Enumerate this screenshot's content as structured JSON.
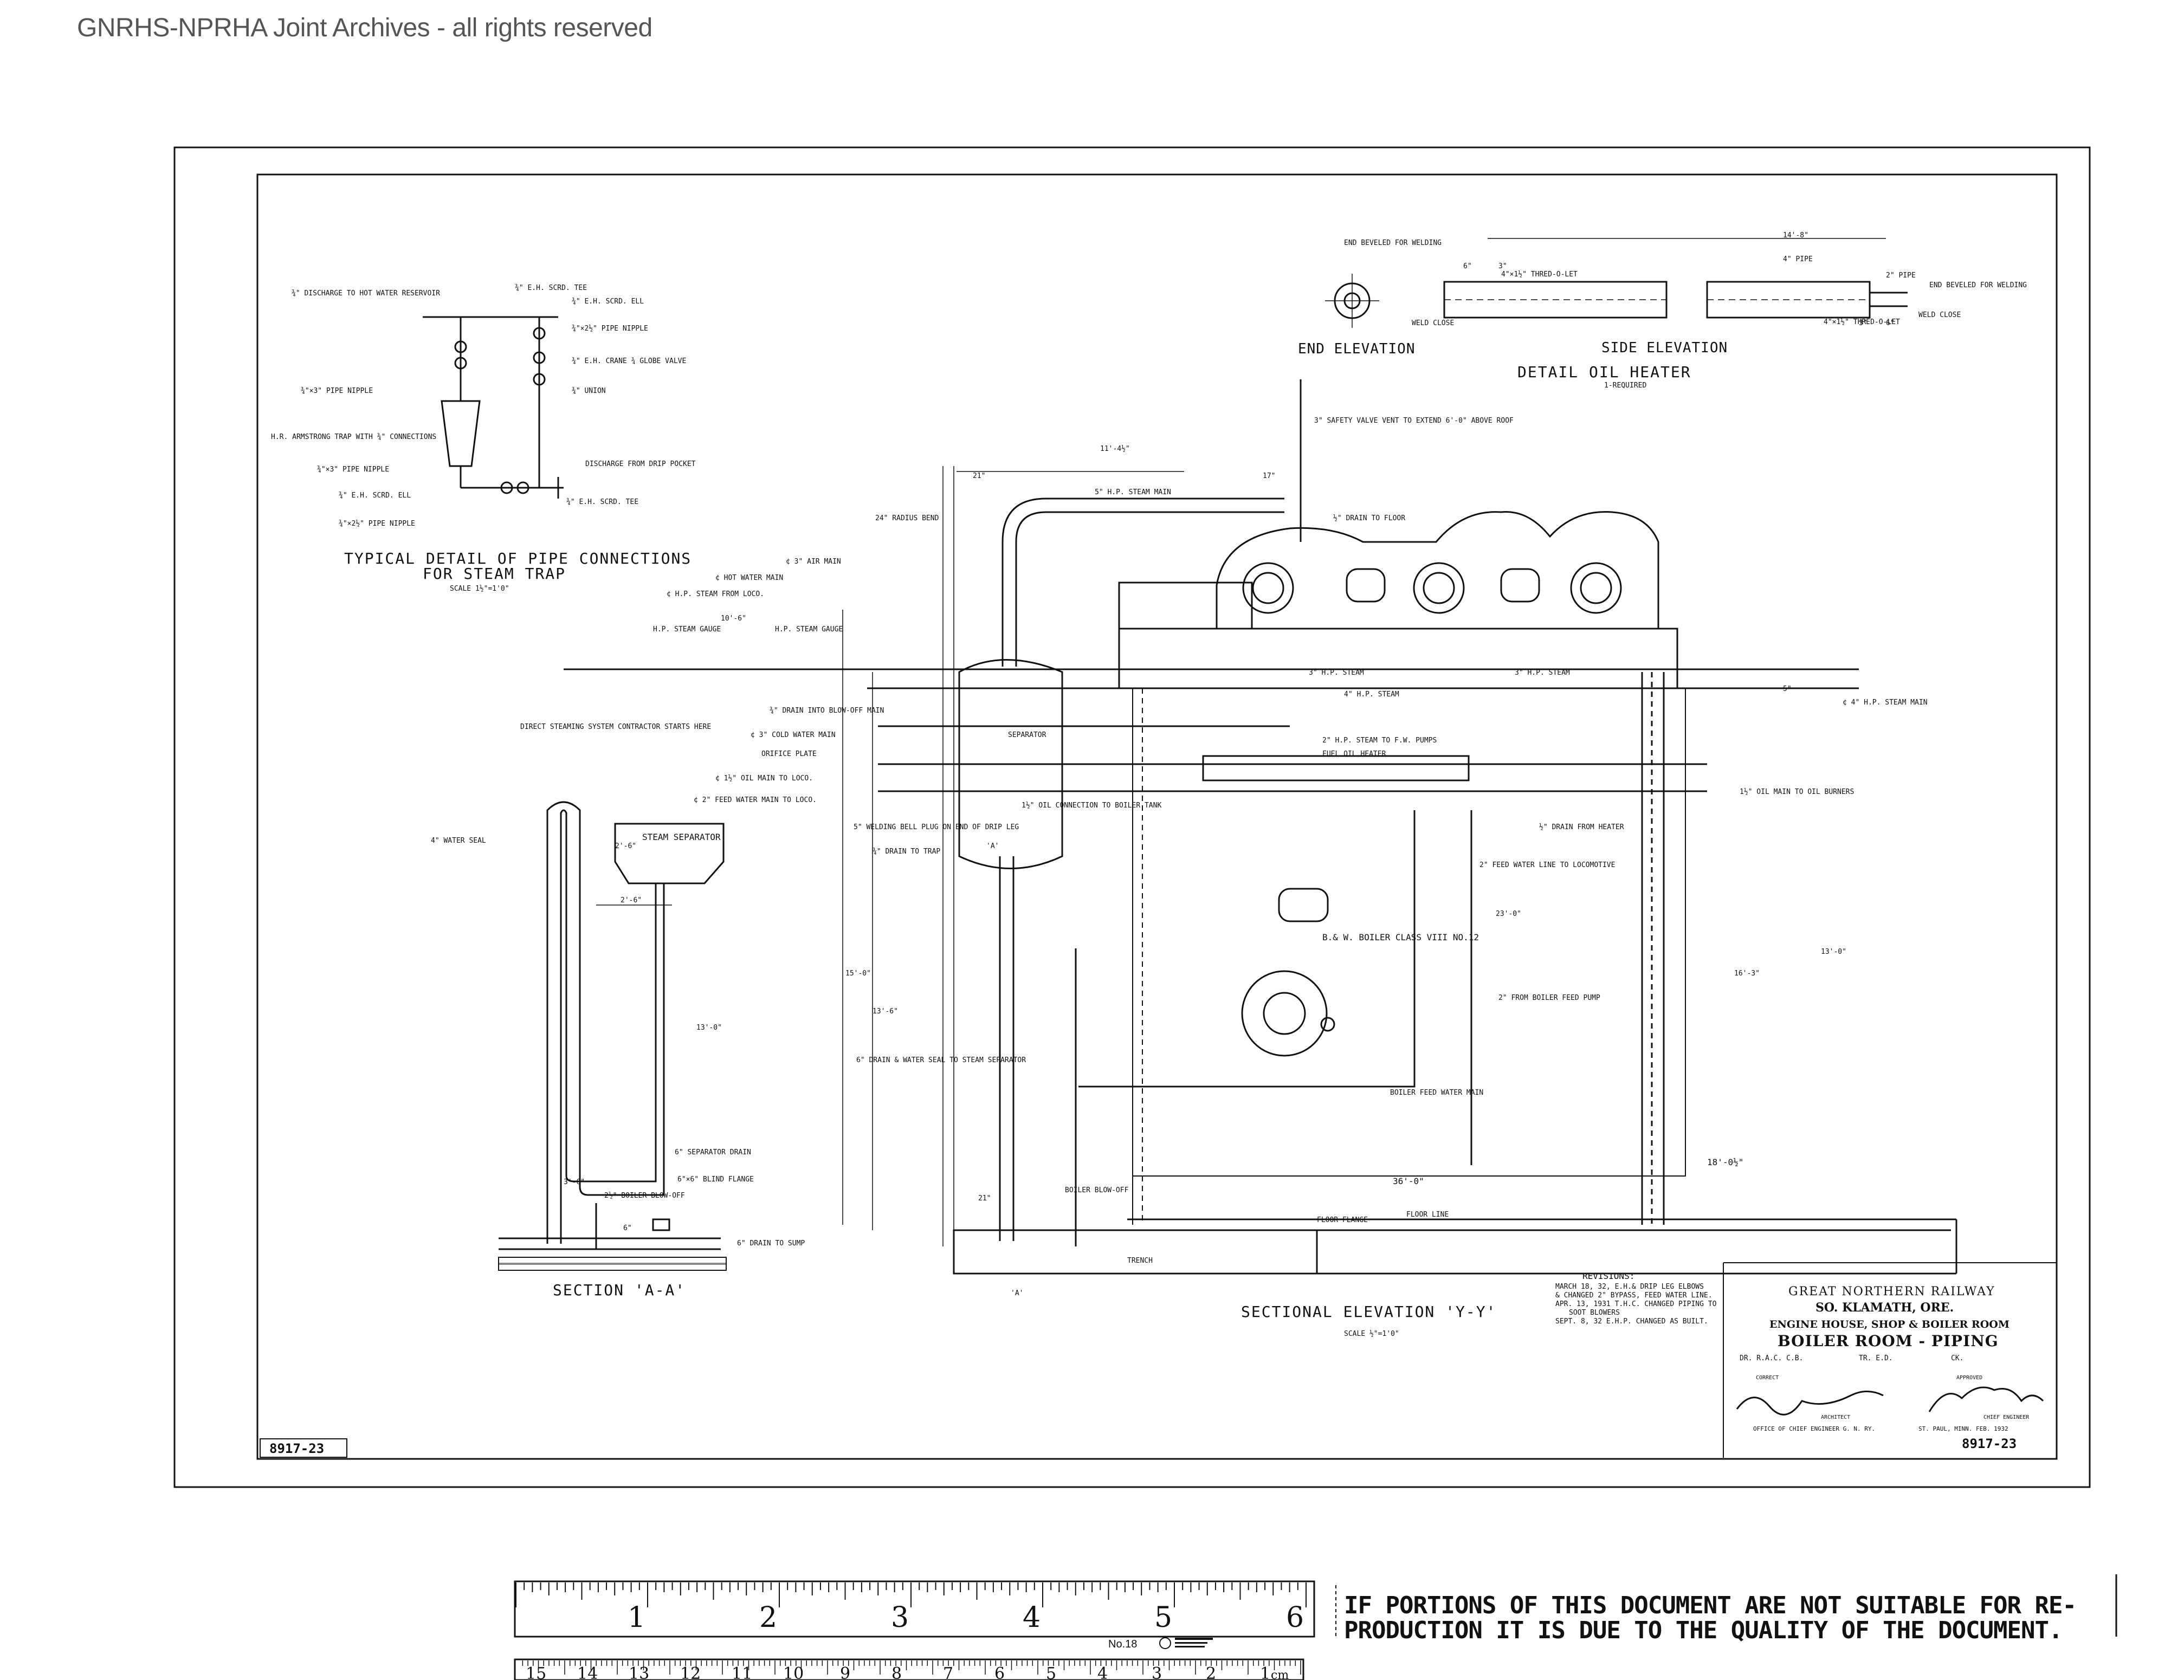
{
  "watermark": "GNRHS-NPRHA Joint Archives - all rights reserved",
  "drawing_number": "8917-23",
  "steam_trap_detail": {
    "title": "TYPICAL DETAIL OF PIPE CONNECTIONS",
    "title2": "FOR STEAM TRAP",
    "scale": "SCALE 1½\"=1'0\"",
    "labels": [
      "¾\" DISCHARGE TO HOT WATER RESERVOIR",
      "¾\" E.H. SCRD. TEE",
      "¾\" E.H. SCRD. ELL",
      "¾\"×2½\" PIPE NIPPLE",
      "¾\" E.H. CRANE ¾ GLOBE VALVE",
      "¾\" UNION",
      "¾\"×3\" PIPE NIPPLE",
      "H.R. ARMSTRONG TRAP WITH ¾\" CONNECTIONS",
      "¾\"×3\" PIPE NIPPLE",
      "DISCHARGE FROM DRIP POCKET",
      "¾\" E.H. SCRD. ELL",
      "¾\" E.H. SCRD. TEE",
      "¾\"×2½\" PIPE NIPPLE"
    ]
  },
  "oil_heater_detail": {
    "title": "DETAIL OIL HEATER",
    "subtitle": "1-REQUIRED",
    "end_elevation": "END ELEVATION",
    "side_elevation": "SIDE ELEVATION",
    "labels": [
      "END BEVELED FOR WELDING",
      "14'-8\"",
      "6\"",
      "3\"",
      "4\"×1½\" THRED-O-LET",
      "4\" PIPE",
      "2\" PIPE",
      "END BEVELED FOR WELDING",
      "WELD CLOSE",
      "4\"×1½\" THRED-O-LET",
      "3\"",
      "6\"",
      "WELD CLOSE"
    ]
  },
  "section_aa": {
    "title": "SECTION 'A-A'",
    "labels": [
      "4\" WATER SEAL",
      "STEAM SEPARATOR",
      "2'-6\"",
      "2'-6\"",
      "13'-0\"",
      "6\" SEPARATOR DRAIN",
      "6\"×6\" BLIND FLANGE",
      "2½\" BOILER BLOW-OFF",
      "6\" DRAIN TO SUMP",
      "3'-6\"",
      "6\""
    ]
  },
  "section_yy": {
    "title": "SECTIONAL ELEVATION 'Y-Y'",
    "scale": "SCALE ½\"=1'0\"",
    "labels": [
      "3\" SAFETY VALVE VENT TO EXTEND 6'-0\" ABOVE ROOF",
      "11'-4½\"",
      "21\"",
      "17\"",
      "5\" H.P. STEAM MAIN",
      "½\" DRAIN TO FLOOR",
      "24\" RADIUS BEND",
      "¢ 3\" AIR MAIN",
      "¢ HOT WATER MAIN",
      "¢ H.P. STEAM FROM LOCO.",
      "10'-6\"",
      "H.P. STEAM GAUGE",
      "H.P. STEAM GAUGE",
      "DIRECT STEAMING SYSTEM CONTRACTOR STARTS HERE",
      "¾\" DRAIN INTO BLOW-OFF MAIN",
      "¢ 3\" COLD WATER MAIN",
      "ORIFICE PLATE",
      "¢ 1½\" OIL MAIN TO LOCO.",
      "¢ 2\" FEED WATER MAIN TO LOCO.",
      "5\" WELDING BELL PLUG ON END OF DRIP LEG",
      "¾\" DRAIN TO TRAP",
      "1½\" OIL CONNECTION TO BOILER TANK",
      "SEPARATOR",
      "3\" H.P. STEAM",
      "4\" H.P. STEAM",
      "3\" H.P. STEAM",
      "5\"",
      "¢ 4\" H.P. STEAM MAIN",
      "2\" H.P. STEAM TO F.W. PUMPS",
      "FUEL OIL HEATER",
      "1½\" OIL MAIN TO OIL BURNERS",
      "½\" DRAIN FROM HEATER",
      "2\" FEED WATER LINE TO LOCOMOTIVE",
      "B.& W. BOILER CLASS VIII NO.12",
      "2\" FROM BOILER FEED PUMP",
      "BOILER FEED WATER MAIN",
      "6\" DRAIN & WATER SEAL TO STEAM SEPARATOR",
      "BOILER BLOW-OFF",
      "FLOOR FLANGE",
      "FLOOR LINE",
      "TRENCH",
      "36'-0\"",
      "18'-0½\"",
      "21\"",
      "15'-0\"",
      "13'-6\"",
      "23'-0\"",
      "16'-3\"",
      "13'-0\"",
      "'A'",
      "'A'"
    ]
  },
  "revisions": {
    "title": "REVISIONS:",
    "lines": [
      "MARCH 18, 32, E.H.& DRIP LEG ELBOWS",
      "& CHANGED 2\" BYPASS, FEED WATER LINE.",
      "APR. 13, 1931 T.H.C. CHANGED PIPING TO",
      "SOOT BLOWERS",
      "SEPT. 8, 32 E.H.P. CHANGED AS BUILT."
    ]
  },
  "title_block": {
    "railway": "GREAT NORTHERN RAILWAY",
    "location": "SO. KLAMATH, ORE.",
    "building": "ENGINE HOUSE, SHOP & BOILER ROOM",
    "subject": "BOILER ROOM - PIPING",
    "drawn": "DR. R.A.C. C.B.",
    "traced": "TR. E.D.",
    "checked": "CK.",
    "correct": "CORRECT",
    "approved": "APPROVED",
    "architect": "ARCHITECT",
    "chief_engineer": "CHIEF ENGINEER",
    "office": "OFFICE OF CHIEF ENGINEER  G. N. RY.",
    "city_date": "ST. PAUL, MINN.  FEB. 1932",
    "number": "8917-23"
  },
  "ruler": {
    "inch_numbers": [
      "1",
      "2",
      "3",
      "4",
      "5",
      "6"
    ],
    "cm_numbers": [
      "1",
      "2",
      "3",
      "4",
      "5",
      "6",
      "7",
      "8",
      "9",
      "10",
      "11",
      "12",
      "13",
      "14",
      "15"
    ],
    "cm_unit": "cm",
    "label": "No.18"
  },
  "notice": {
    "line1": "IF PORTIONS OF THIS DOCUMENT ARE NOT SUITABLE FOR RE-",
    "line2": "PRODUCTION IT IS DUE TO THE QUALITY OF THE DOCUMENT."
  }
}
